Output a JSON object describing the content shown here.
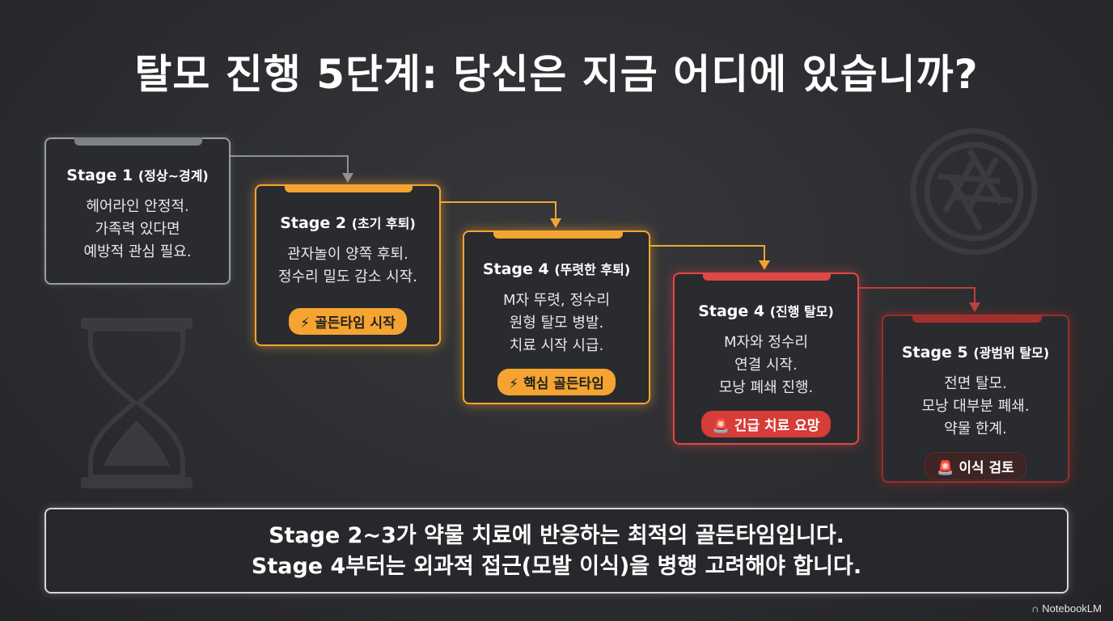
{
  "title": "탈모 진행 5단계: 당신은 지금 어디에 있습니까?",
  "stages": [
    {
      "label": "Stage 1",
      "sub": "(정상~경계)",
      "desc": [
        "헤어라인 안정적.",
        "가족력 있다면",
        "예방적 관심 필요."
      ],
      "badge": null
    },
    {
      "label": "Stage 2",
      "sub": "(초기 후퇴)",
      "desc": [
        "관자놀이 양쪽 후퇴.",
        "정수리 밀도 감소 시작."
      ],
      "badge": {
        "icon": "lightning-icon",
        "text": "골든타임 시작"
      }
    },
    {
      "label": "Stage 4",
      "sub": "(뚜렷한 후퇴)",
      "desc": [
        "M자 뚜렷, 정수리",
        "원형 탈모 병발.",
        "치료 시작 시급."
      ],
      "badge": {
        "icon": "lightning-icon",
        "text": "핵심 골든타임"
      }
    },
    {
      "label": "Stage 4",
      "sub": "(진행 탈모)",
      "desc": [
        "M자와 정수리",
        "연결 시작.",
        "모낭 폐쇄 진행."
      ],
      "badge": {
        "icon": "siren-icon",
        "text": "긴급 치료 요망"
      }
    },
    {
      "label": "Stage 5",
      "sub": "(광범위 탈모)",
      "desc": [
        "전면 탈모.",
        "모낭 대부분 폐쇄.",
        "약물 한계."
      ],
      "badge": {
        "icon": "siren-icon",
        "text": "이식 검토"
      }
    }
  ],
  "bottom_note": [
    "Stage 2~3가 약물 치료에 반응하는 최적의 골든타임입니다.",
    "Stage 4부터는 외과적 접근(모발 이식)을 병행 고려해야 합니다."
  ],
  "brand": "NotebookLM",
  "icons": {
    "lightning": "⚡",
    "siren": "🚨",
    "brand": "∩"
  },
  "colors": {
    "background": "#2c2d30",
    "stage1": "#9a9da2",
    "golden": "#f5a431",
    "urgent": "#e04845",
    "severe": "#9c2d2c"
  }
}
